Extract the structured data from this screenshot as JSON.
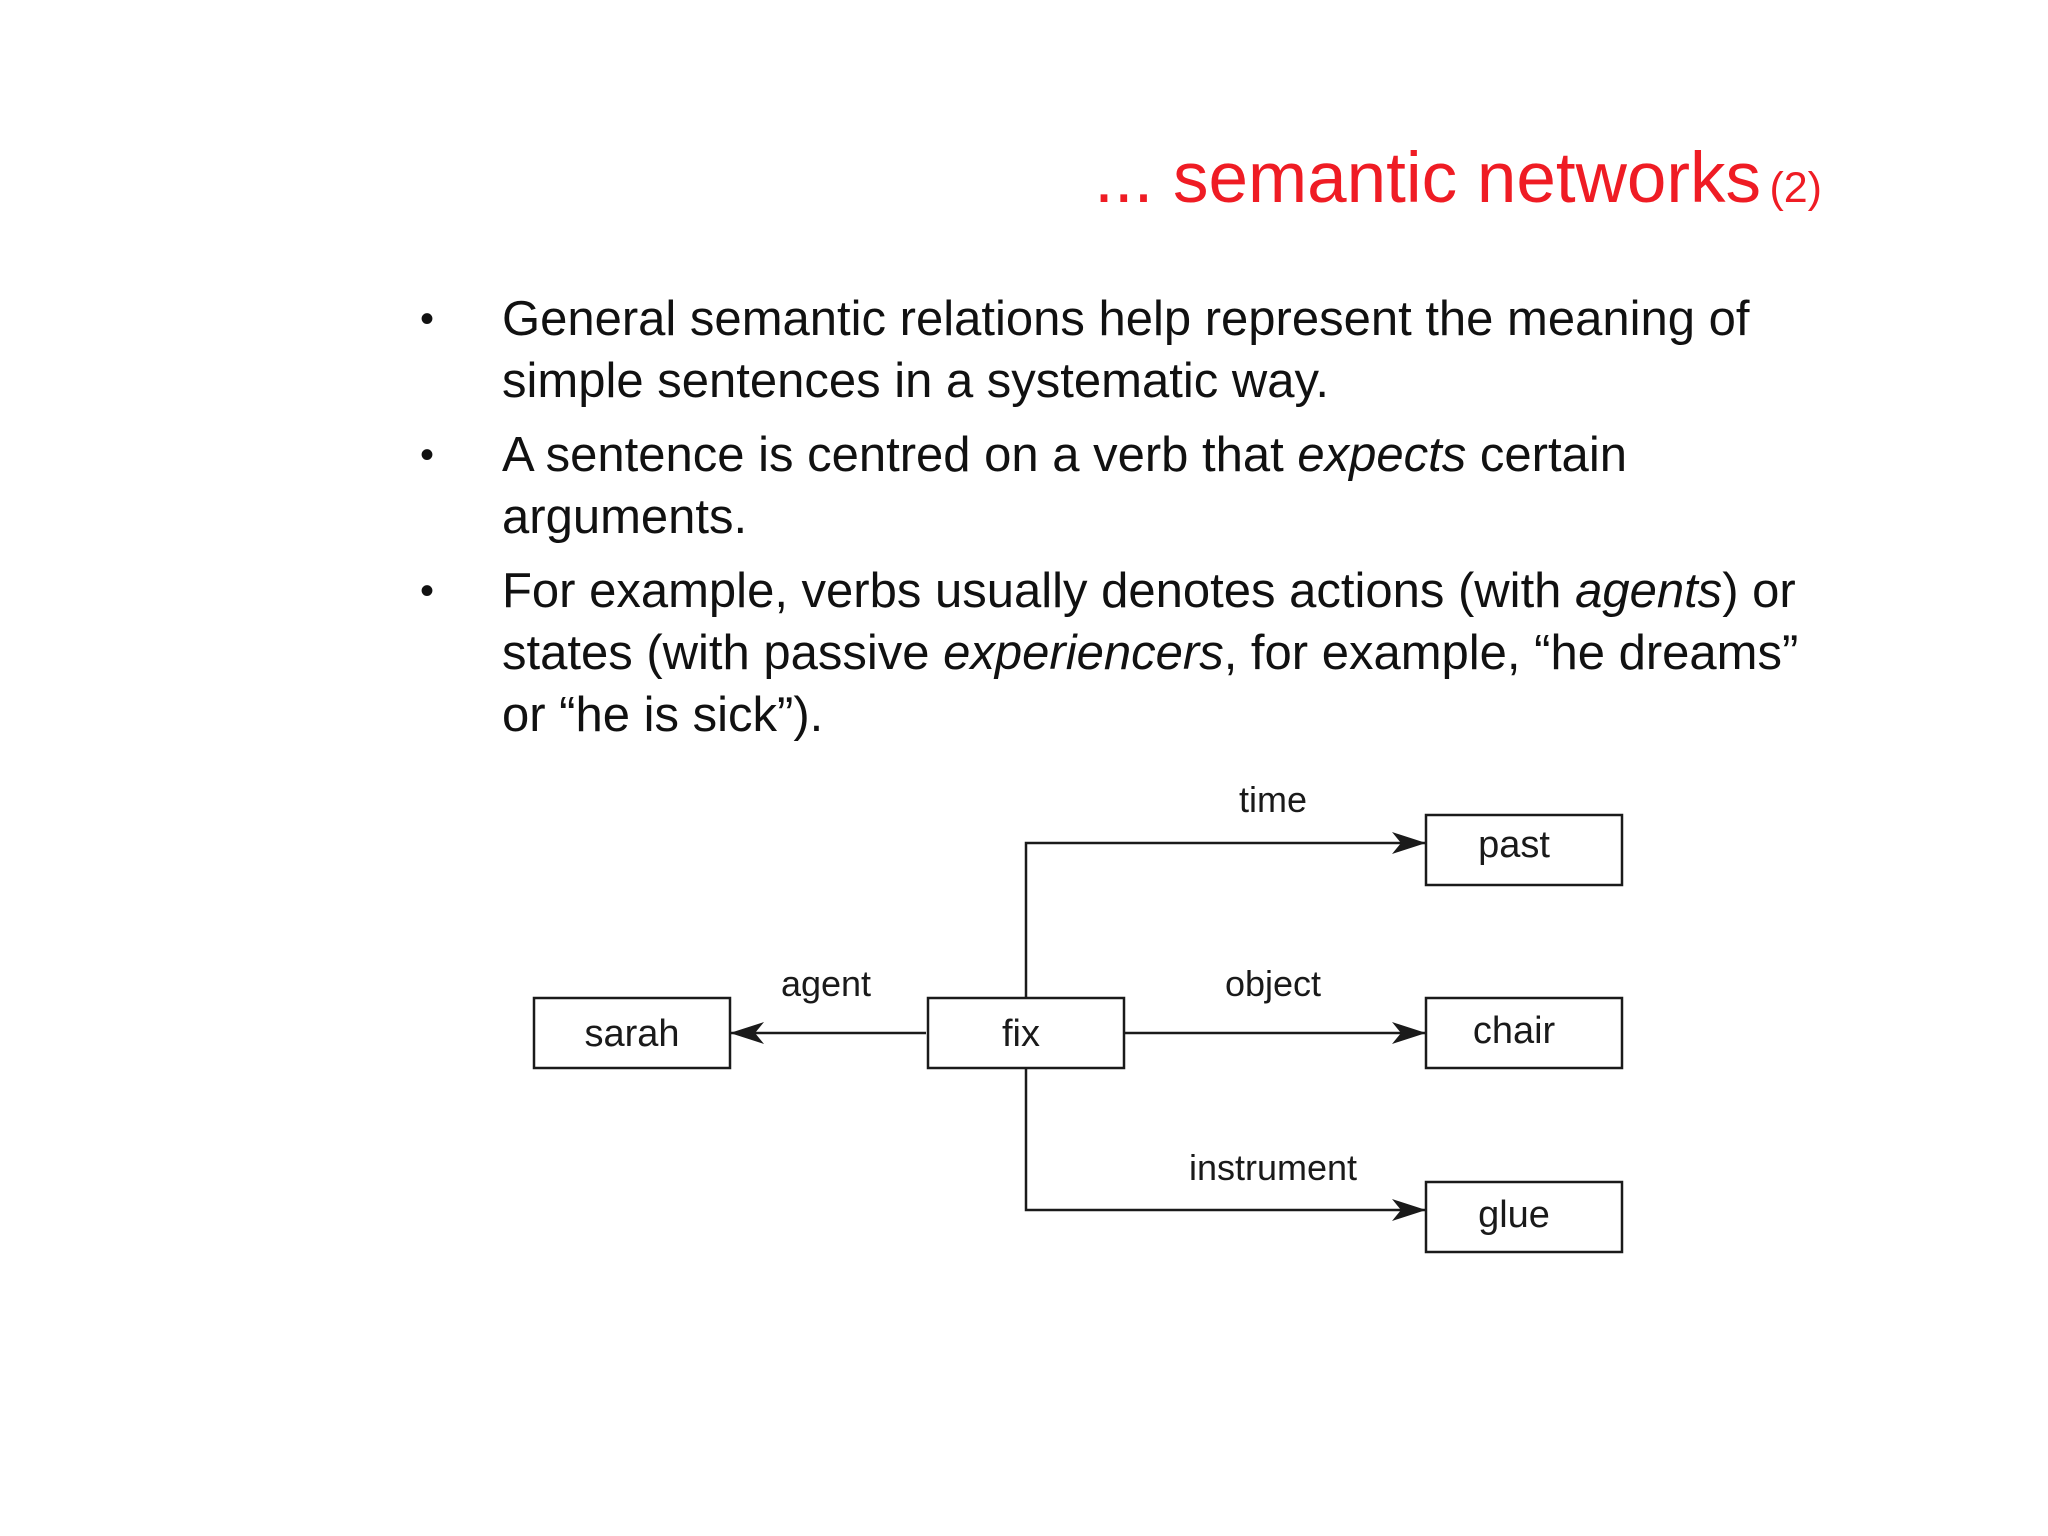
{
  "slide": {
    "title": "... semantic networks",
    "title_suffix": "(2)",
    "bullets": [
      {
        "dot": "•",
        "parts": [
          {
            "text": "General semantic relations help represent the meaning of simple sentences in a systematic way.",
            "italic": false
          }
        ]
      },
      {
        "dot": "•",
        "parts": [
          {
            "text": "A sentence is centred on a verb that ",
            "italic": false
          },
          {
            "text": "expects",
            "italic": true
          },
          {
            "text": " certain arguments.",
            "italic": false
          }
        ]
      },
      {
        "dot": "•",
        "parts": [
          {
            "text": "For example, verbs usually denotes actions (with ",
            "italic": false
          },
          {
            "text": "agents",
            "italic": true
          },
          {
            "text": ") or states (with passive ",
            "italic": false
          },
          {
            "text": "experiencers",
            "italic": true
          },
          {
            "text": ", for example, “he dreams” or “he is sick”).",
            "italic": false
          }
        ]
      }
    ]
  },
  "diagram": {
    "nodes": {
      "sarah": "sarah",
      "fix": "fix",
      "past": "past",
      "chair": "chair",
      "glue": "glue"
    },
    "edges": {
      "agent": "agent",
      "time": "time",
      "object": "object",
      "instrument": "instrument"
    }
  }
}
